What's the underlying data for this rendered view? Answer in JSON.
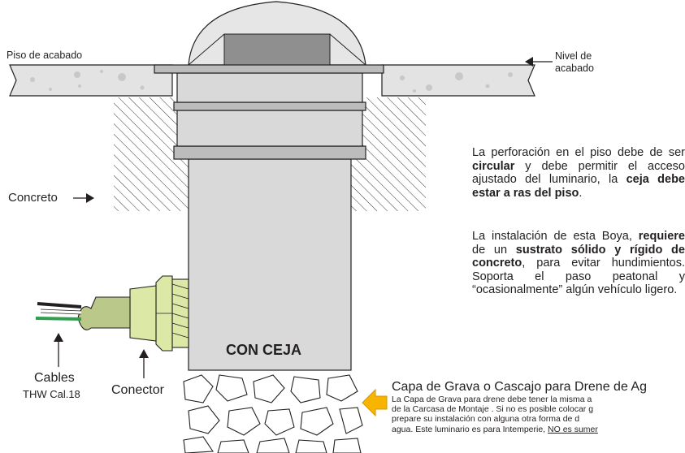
{
  "labels": {
    "finish_floor": "Piso de acabado",
    "finish_level": "Nivel de acabado",
    "concrete": "Concreto",
    "cables": "Cables",
    "cable_spec": "THW Cal.18",
    "connector": "Conector",
    "fixture_caption": "CON CEJA"
  },
  "paragraph_1": {
    "p1": "La perforación en el piso debe de ser ",
    "b1": "circular",
    "p2": " y debe permitir el acceso ajustado del luminario, la ",
    "b2": "ceja debe estar a ras del piso",
    "p3": "."
  },
  "paragraph_2": {
    "p1": "La instalación de esta Boya, ",
    "b1": "requiere",
    "p2": " de un ",
    "b2": "sustrato sólido y rígido de concreto",
    "p3": ", para evitar hundimientos. Soporta el paso peatonal y “ocasionalmente” algún vehículo ligero."
  },
  "gravel_note": {
    "title": "Capa de Grava o Cascajo para Drene de Ag",
    "line1": "La Capa de Grava para drene debe tener la misma a",
    "line2": "de la Carcasa de Montaje . Si no es posible colocar g",
    "line3": "prepare su instalación con alguna otra forma de d",
    "line4_prefix": "agua. Este luminario es para Intemperie, ",
    "line4_underlined": "NO es sumer"
  },
  "colors": {
    "outline": "#231f20",
    "slab_fill": "#e3e3e3",
    "speck": "#c8c8c8",
    "housing": "#d9d9d9",
    "flange": "#bcbcbc",
    "dome": "#e6e6e6",
    "lens": "#8f8f8f",
    "connector": "#dbe8a6",
    "cable_jacket": "#bac98a",
    "wire_green": "#2e9e4f",
    "arrow_yellow": "#f7b500"
  }
}
